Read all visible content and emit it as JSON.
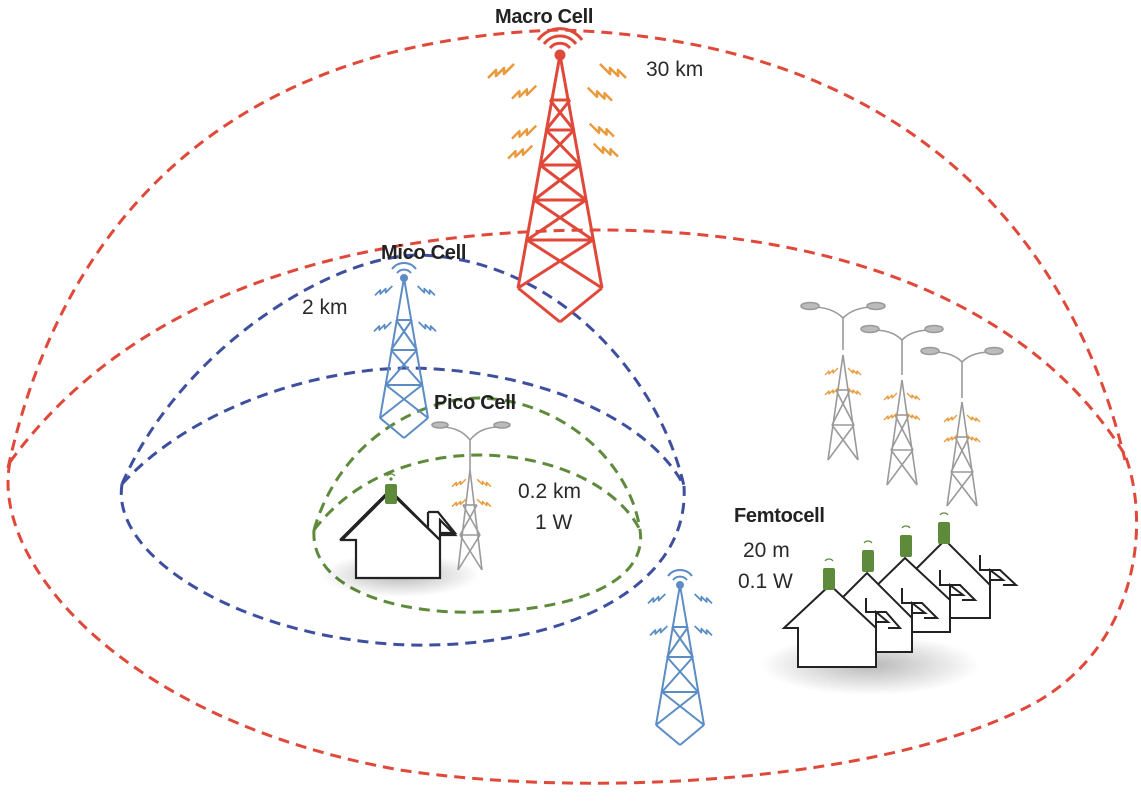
{
  "macro": {
    "label": "Macro Cell",
    "range": "30 km"
  },
  "micro": {
    "label": "Mico Cell",
    "range": "2 km"
  },
  "pico": {
    "label": "Pico Cell",
    "range": "0.2 km",
    "power": "1 W"
  },
  "femto": {
    "label": "Femtocell",
    "range": "20 m",
    "power": "0.1 W"
  },
  "colors": {
    "macro": "#e0483a",
    "micro": "#3d4f9e",
    "pico": "#5e8a3c",
    "signal": "#e89a3c",
    "micro_tower": "#5b8dc4",
    "pole": "#9a9a9a",
    "femto_device": "#5e8a3c"
  }
}
